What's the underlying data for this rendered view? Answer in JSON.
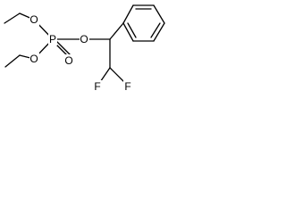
{
  "molecule": {
    "atoms": {
      "O_ethoxy_top": "O",
      "O_ethoxy_bottom": "O",
      "P": "P",
      "O_double": "O",
      "O_ester": "O",
      "F_left": "F",
      "F_right": "F"
    },
    "colors": {
      "line": "#000000",
      "text": "#000000",
      "background": "#ffffff"
    }
  }
}
